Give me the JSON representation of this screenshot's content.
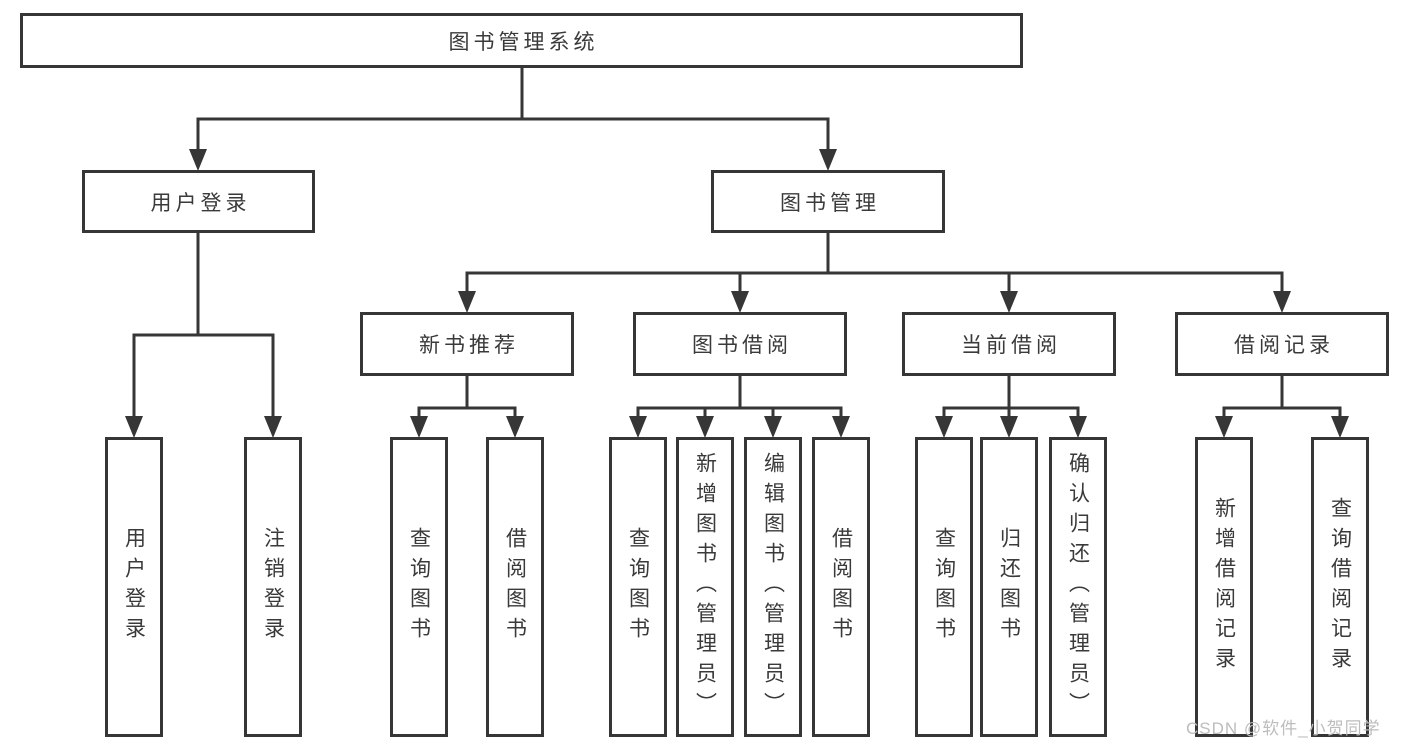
{
  "diagram": {
    "type": "hierarchy-tree",
    "title": "图书管理系统"
  },
  "tree": {
    "label": "图书管理系统",
    "children": [
      {
        "label": "用户登录",
        "children": [
          {
            "label": "用户登录"
          },
          {
            "label": "注销登录"
          }
        ]
      },
      {
        "label": "图书管理",
        "children": [
          {
            "label": "新书推荐",
            "children": [
              {
                "label": "查询图书"
              },
              {
                "label": "借阅图书"
              }
            ]
          },
          {
            "label": "图书借阅",
            "children": [
              {
                "label": "查询图书"
              },
              {
                "label": "新增图书（管理员）"
              },
              {
                "label": "编辑图书（管理员）"
              },
              {
                "label": "借阅图书"
              }
            ]
          },
          {
            "label": "当前借阅",
            "children": [
              {
                "label": "查询图书"
              },
              {
                "label": "归还图书"
              },
              {
                "label": "确认归还（管理员）"
              }
            ]
          },
          {
            "label": "借阅记录",
            "children": [
              {
                "label": "新增借阅记录"
              },
              {
                "label": "查询借阅记录"
              }
            ]
          }
        ]
      }
    ]
  },
  "watermark": {
    "text": "CSDN @软件_小贺同学"
  },
  "colors": {
    "line": "#363636",
    "box_border": "#363636",
    "text": "#3a3a3a",
    "watermark": "#bdbdbd",
    "background": "#ffffff"
  }
}
